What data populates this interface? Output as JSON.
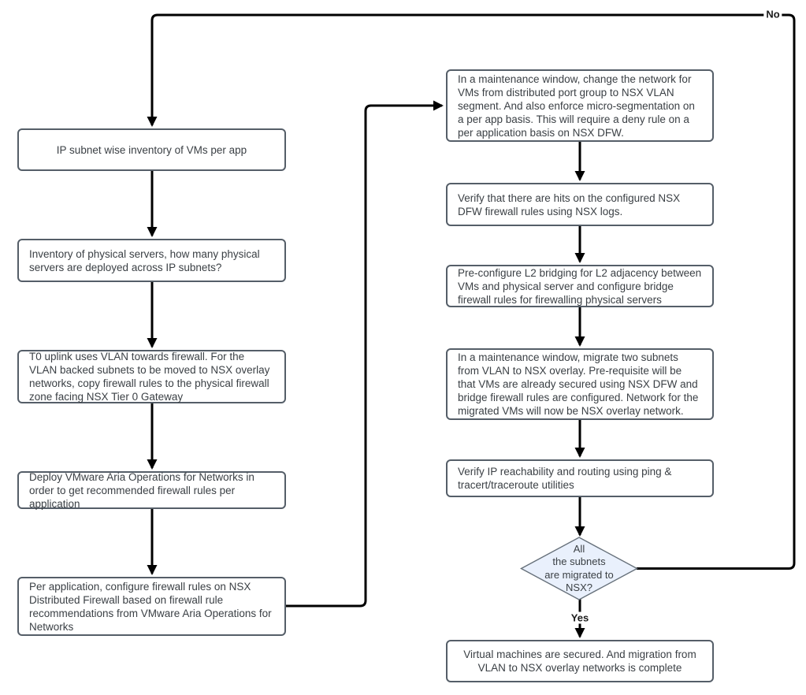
{
  "nodes": {
    "left1": {
      "text": "IP subnet wise inventory of VMs per app"
    },
    "left2": {
      "text": "Inventory of physical servers, how many physical servers are deployed across IP subnets?"
    },
    "left3": {
      "text": "T0 uplink uses VLAN towards firewall. For the VLAN backed subnets to be moved to NSX overlay networks, copy firewall rules to the physical firewall zone facing NSX Tier 0 Gateway"
    },
    "left4": {
      "text": "Deploy VMware Aria Operations for Networks in order to get recommended firewall rules per application"
    },
    "left5": {
      "text": "Per application, configure firewall rules on NSX Distributed Firewall based on firewall rule recommendations from VMware Aria Operations for Networks"
    },
    "right1": {
      "text": "In a maintenance window, change the network for VMs from distributed port group to NSX VLAN segment. And also enforce micro-segmentation on a per app basis. This will require a deny rule on a per application basis on NSX DFW."
    },
    "right2": {
      "text": "Verify that there are hits on the configured NSX DFW firewall rules using NSX logs."
    },
    "right3": {
      "text": "Pre-configure L2 bridging for L2 adjacency between VMs and physical server and configure bridge firewall rules for firewalling physical servers"
    },
    "right4": {
      "text": "In a maintenance window, migrate two subnets from VLAN to NSX overlay. Pre-requisite will be that VMs are already secured using NSX DFW and bridge firewall rules are configured. Network for the migrated VMs will now be NSX overlay network."
    },
    "right5": {
      "text": "Verify IP reachability and routing using ping & tracert/traceroute utilities"
    },
    "decision": {
      "text": "All\nthe subnets\nare migrated to\nNSX?"
    },
    "final": {
      "text": "Virtual machines are secured. And migration from VLAN to NSX overlay networks is complete"
    }
  },
  "edge_labels": {
    "no": "No",
    "yes": "Yes"
  },
  "colors": {
    "edge": "#000000",
    "node_fill": "#ffffff",
    "node_border": "#555e68",
    "node_text": "#3b4045",
    "decision_fill": "#e9f0fc",
    "decision_border": "#66707a"
  }
}
